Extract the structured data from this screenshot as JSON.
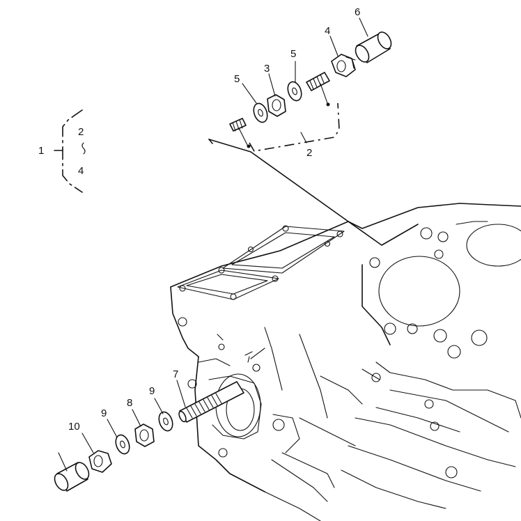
{
  "callouts": {
    "c1": "1",
    "c2_group": "2",
    "c2_bracket": "2",
    "c3": "3",
    "c4_top": "4",
    "c4_bracket": "4",
    "c5_a": "5",
    "c5_b": "5",
    "c6": "6",
    "c7": "7",
    "c8": "8",
    "c9_a": "9",
    "c9_b": "9",
    "c10": "10"
  }
}
